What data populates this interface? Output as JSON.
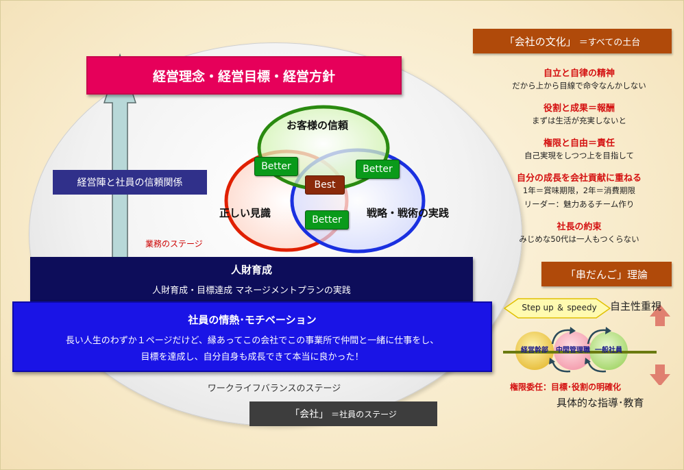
{
  "header_bar": {
    "label": "経営理念・経営目標・経営方針"
  },
  "trust": {
    "label": "経営陣と社員の信頼関係"
  },
  "stage_business": {
    "label": "業務のステージ"
  },
  "venn": {
    "customer": "お客様の信頼",
    "knowledge": "正しい見識",
    "strategy": "戦略・戦術の実践",
    "better": "Better",
    "best": "Best"
  },
  "hr": {
    "title": "人財育成",
    "sub": "人財育成・目標達成 マネージメントプランの実践"
  },
  "motivation": {
    "title": "社員の情熱･モチベーション",
    "line1": "長い人生のわずか１ページだけど、縁あってこの会社でこの事業所で仲間と一緒に仕事をし、",
    "line2": "目標を達成し、自分自身も成長できて本当に良かった！"
  },
  "wlb": {
    "label": "ワークライフバランスのステージ"
  },
  "company_stage": {
    "main": "「会社」",
    "sub": "＝社員のステージ"
  },
  "culture": {
    "header_main": "「会社の文化」",
    "header_sub": "＝すべての土台",
    "items": [
      {
        "title": "自立と自律の精神",
        "lines": [
          "だから上から目線で命令なんかしない"
        ]
      },
      {
        "title": "役割と成果＝報酬",
        "lines": [
          "まずは生活が充実しないと"
        ]
      },
      {
        "title": "権限と自由＝責任",
        "lines": [
          "自己実現をしつつ上を目指して"
        ]
      },
      {
        "title": "自分の成長を会社貢献に重ねる",
        "lines": [
          "1年＝賞味期限，2年＝消費期限",
          "リーダー：魅力あるチーム作り"
        ]
      },
      {
        "title": "社長の約束",
        "lines": [
          "みじめな50代は一人もつくらない"
        ]
      }
    ]
  },
  "dango": {
    "header": "「串だんご」理論",
    "stepup": "Step up ＆ speedy",
    "autonomy": "自主性重視",
    "guidance": "具体的な指導･教育",
    "delegation": "権限委任：目標･役割の明確化",
    "balls": [
      "経営幹部",
      "中間管理職",
      "一般社員"
    ]
  },
  "colors": {
    "header_pink": "#e6005a",
    "navy": "#0d0d5a",
    "blue": "#1a14e6",
    "culture_orange": "#b04a0a",
    "accent_red": "#d41010",
    "better_green": "#0a9a1a"
  }
}
